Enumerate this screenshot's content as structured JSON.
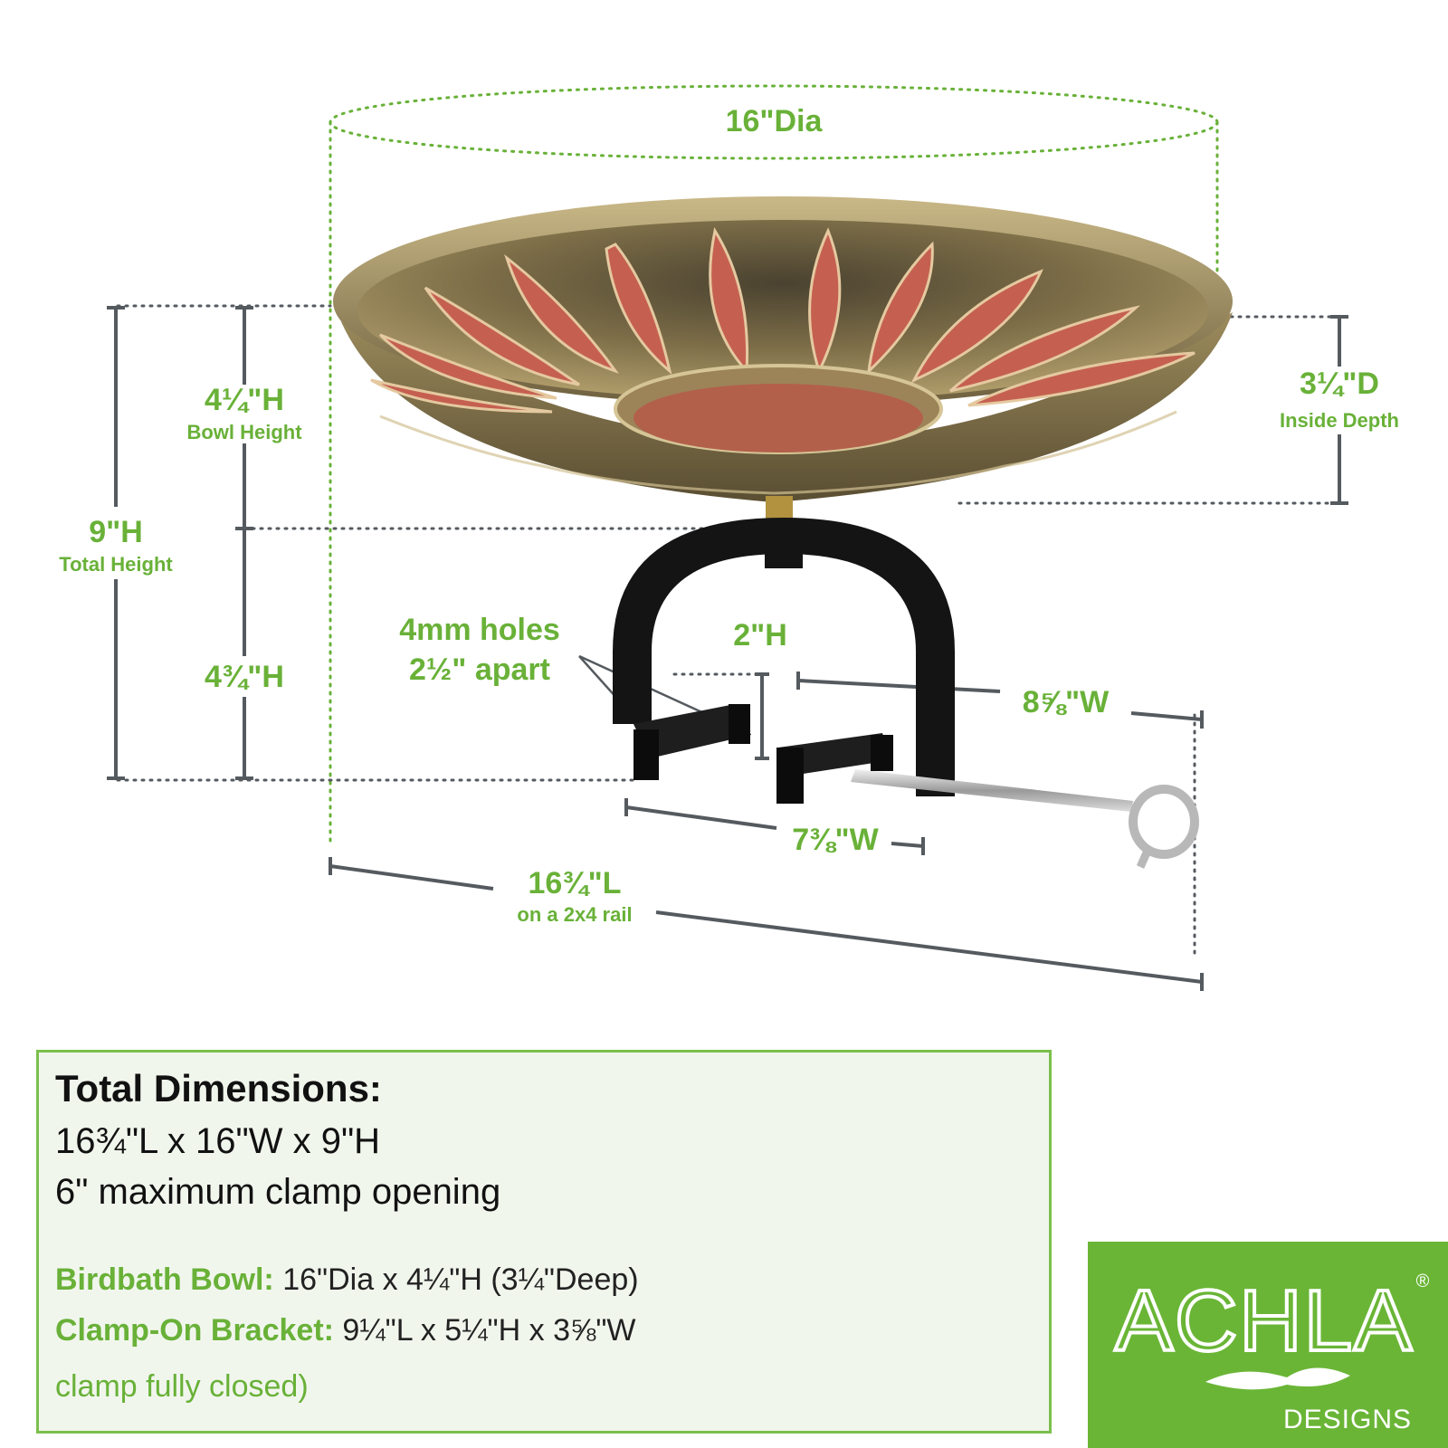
{
  "dimensions": {
    "diameter": "16\"Dia",
    "bowl_height": "4¼\"H",
    "bowl_height_caption": "Bowl Height",
    "total_height": "9\"H",
    "total_height_caption": "Total Height",
    "bracket_height": "4¾\"H",
    "inside_depth": "3¼\"D",
    "inside_depth_caption": "Inside Depth",
    "holes_line1": "4mm holes",
    "holes_line2": "2½\" apart",
    "tab_height": "2\"H",
    "clamp_width": "8⅝\"W",
    "base_width": "7⅜\"W",
    "length": "16¾\"L",
    "length_caption": "on a 2x4 rail"
  },
  "panel": {
    "title": "Total Dimensions:",
    "size_line": "16¾\"L x 16\"W x 9\"H",
    "clamp_line": "6\" maximum clamp opening",
    "bowl_key": "Birdbath Bowl:",
    "bowl_value": " 16\"Dia x 4¼\"H (3¼\"Deep)",
    "bracket_key": "Clamp-On Bracket:",
    "bracket_value": " 9¼\"L  x 5¼\"H x 3⅝\"W",
    "note": "clamp fully closed)"
  },
  "logo": {
    "brand": "ACHLA",
    "registered": "®",
    "sub": "DESIGNS"
  },
  "colors": {
    "accent_green": "#69b138",
    "logo_green": "#6ab536",
    "dimension_gray": "#555a5f",
    "bowl_bronze": "#8a7a52",
    "petal_red": "#c56050",
    "bracket_black": "#141414"
  }
}
